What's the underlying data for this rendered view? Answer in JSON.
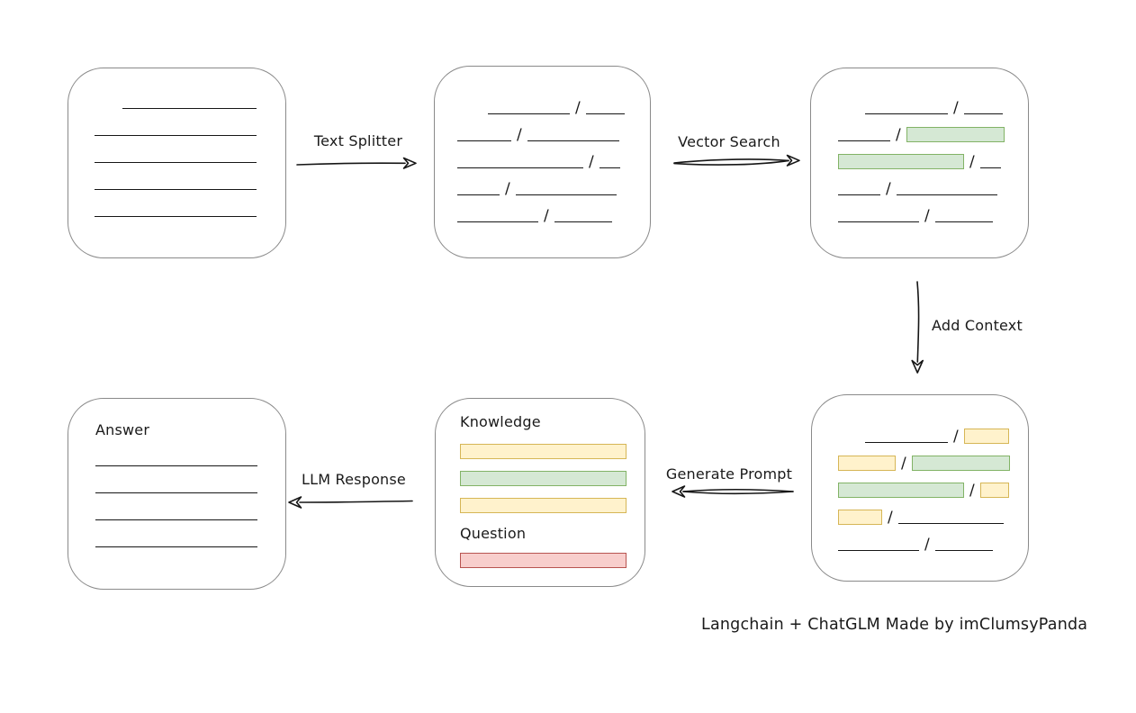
{
  "colors": {
    "line": "#161616",
    "box_border": "#8a8a8a",
    "green_fill": "#d5e8d4",
    "green_border": "#82b366",
    "yellow_fill": "#fff2cc",
    "yellow_border": "#d6b656",
    "red_fill": "#f8cecc",
    "red_border": "#b85450"
  },
  "labels": {
    "text_splitter": "Text Splitter",
    "vector_search": "Vector Search",
    "add_context": "Add Context",
    "generate_prompt": "Generate Prompt",
    "llm_response": "LLM Response",
    "knowledge": "Knowledge",
    "question": "Question",
    "answer": "Answer",
    "caption": "Langchain + ChatGLM Made by imClumsyPanda"
  },
  "nodes": {
    "document": {
      "rows": [
        {
          "indent": 31,
          "segs": [
            {
              "kind": "line",
              "w": 149
            }
          ]
        },
        {
          "segs": [
            {
              "kind": "line",
              "w": 180
            }
          ]
        },
        {
          "segs": [
            {
              "kind": "line",
              "w": 180
            }
          ]
        },
        {
          "segs": [
            {
              "kind": "line",
              "w": 180
            }
          ]
        },
        {
          "segs": [
            {
              "kind": "line",
              "w": 180
            }
          ]
        }
      ]
    },
    "chunks": {
      "rows": [
        {
          "indent": 34,
          "segs": [
            {
              "kind": "line",
              "w": 91
            },
            {
              "kind": "slash"
            },
            {
              "kind": "line",
              "w": 43
            }
          ]
        },
        {
          "segs": [
            {
              "kind": "line",
              "w": 60
            },
            {
              "kind": "slash"
            },
            {
              "kind": "line",
              "w": 102
            }
          ]
        },
        {
          "segs": [
            {
              "kind": "line",
              "w": 140
            },
            {
              "kind": "slash"
            },
            {
              "kind": "line",
              "w": 23
            }
          ]
        },
        {
          "segs": [
            {
              "kind": "line",
              "w": 47
            },
            {
              "kind": "slash"
            },
            {
              "kind": "line",
              "w": 112
            }
          ]
        },
        {
          "segs": [
            {
              "kind": "line",
              "w": 90
            },
            {
              "kind": "slash"
            },
            {
              "kind": "line",
              "w": 64
            }
          ]
        }
      ]
    },
    "matched_chunks": {
      "rows": [
        {
          "indent": 30,
          "segs": [
            {
              "kind": "line",
              "w": 92
            },
            {
              "kind": "slash"
            },
            {
              "kind": "line",
              "w": 43
            }
          ]
        },
        {
          "segs": [
            {
              "kind": "line",
              "w": 58
            },
            {
              "kind": "slash"
            },
            {
              "kind": "chunk",
              "color": "green",
              "w": 107
            }
          ]
        },
        {
          "segs": [
            {
              "kind": "chunk",
              "color": "green",
              "w": 138
            },
            {
              "kind": "slash"
            },
            {
              "kind": "line",
              "w": 23
            }
          ]
        },
        {
          "segs": [
            {
              "kind": "line",
              "w": 47
            },
            {
              "kind": "slash"
            },
            {
              "kind": "line",
              "w": 112
            }
          ]
        },
        {
          "segs": [
            {
              "kind": "line",
              "w": 90
            },
            {
              "kind": "slash"
            },
            {
              "kind": "line",
              "w": 64
            }
          ]
        }
      ]
    },
    "context_chunks": {
      "rows": [
        {
          "indent": 30,
          "segs": [
            {
              "kind": "line",
              "w": 92
            },
            {
              "kind": "slash"
            },
            {
              "kind": "chunk",
              "color": "yellow",
              "w": 48
            }
          ]
        },
        {
          "segs": [
            {
              "kind": "chunk",
              "color": "yellow",
              "w": 62
            },
            {
              "kind": "slash"
            },
            {
              "kind": "chunk",
              "color": "green",
              "w": 107
            }
          ]
        },
        {
          "segs": [
            {
              "kind": "chunk",
              "color": "green",
              "w": 138
            },
            {
              "kind": "slash"
            },
            {
              "kind": "chunk",
              "color": "yellow",
              "w": 30
            }
          ]
        },
        {
          "segs": [
            {
              "kind": "chunk",
              "color": "yellow",
              "w": 47
            },
            {
              "kind": "slash"
            },
            {
              "kind": "line",
              "w": 117
            }
          ]
        },
        {
          "segs": [
            {
              "kind": "line",
              "w": 90
            },
            {
              "kind": "slash"
            },
            {
              "kind": "line",
              "w": 64
            }
          ]
        }
      ]
    },
    "prompt": {
      "knowledge_bars": [
        {
          "color": "yellow"
        },
        {
          "color": "green"
        },
        {
          "color": "yellow"
        }
      ],
      "question_bars": [
        {
          "color": "red"
        }
      ]
    },
    "answer": {
      "rows": [
        {
          "segs": [
            {
              "kind": "line",
              "w": 180
            }
          ]
        },
        {
          "segs": [
            {
              "kind": "line",
              "w": 180
            }
          ]
        },
        {
          "segs": [
            {
              "kind": "line",
              "w": 180
            }
          ]
        },
        {
          "segs": [
            {
              "kind": "line",
              "w": 180
            }
          ]
        }
      ]
    }
  }
}
